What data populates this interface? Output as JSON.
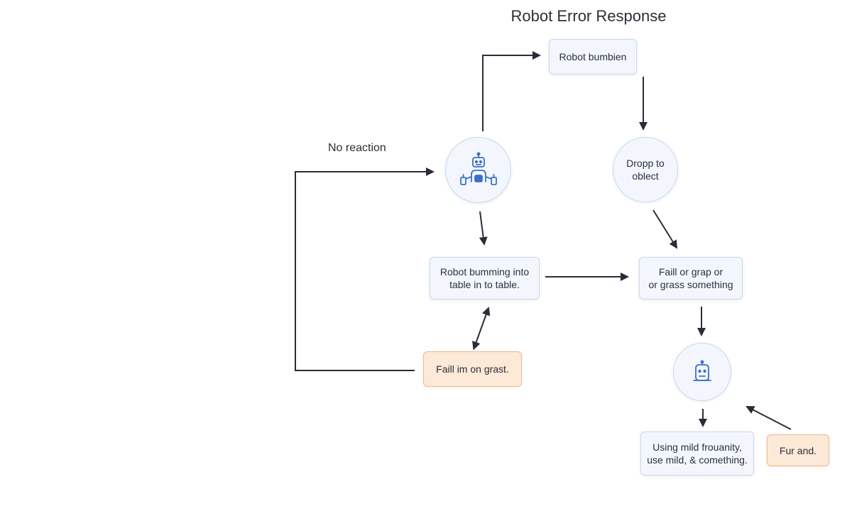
{
  "title": "Robot Error Response",
  "edge_label": "No reaction",
  "colors": {
    "box_fill": "#f3f7fd",
    "box_border": "#c9d8ec",
    "highlight_fill": "#fde9d8",
    "highlight_border": "#f1b98a",
    "arrow": "#2a2d38",
    "icon": "#3b6fc9"
  },
  "nodes": {
    "robot_bumbien": "Robot bumbien",
    "robot_icon": "robot-icon",
    "dropp_object": "Dropp to\noblect",
    "robot_bumming": "Robot bumming into\ntable in to table.",
    "faill_grap": "Faill or grap or\nor grass something",
    "faill_grast": "Faill im on grast.",
    "face_icon": "face-icon",
    "mild_frouanity": "Using mild frouanity,\nuse mild, & comething.",
    "fur_and": "Fur and."
  }
}
